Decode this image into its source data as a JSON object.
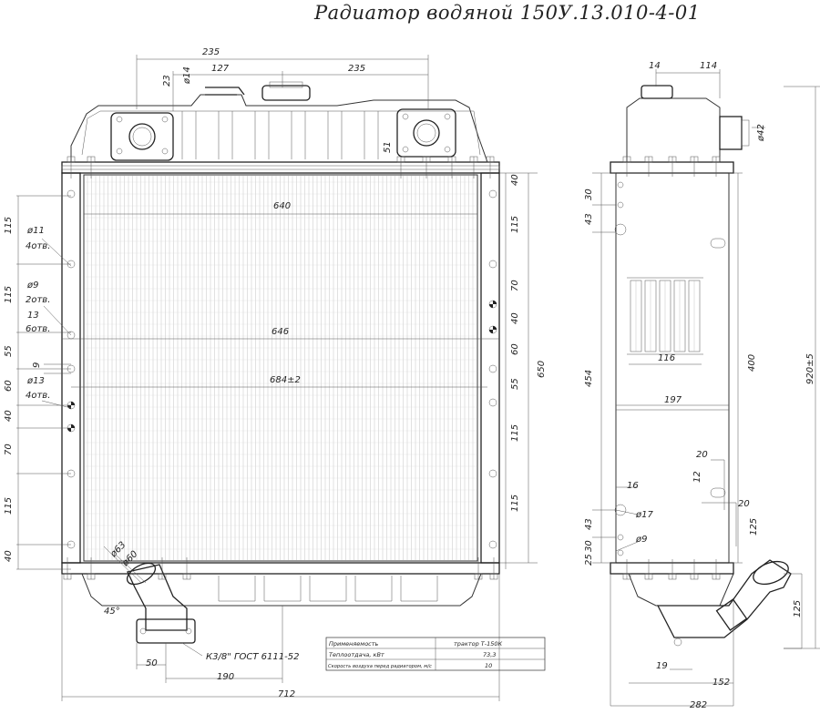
{
  "title": "Радиатор водяной 150У.13.010-4-01",
  "front_view": {
    "top_dims": [
      "235",
      "127",
      "235",
      "23",
      "ø14",
      "51"
    ],
    "core_dims": [
      "640",
      "646",
      "684±2"
    ],
    "height_dim": "650",
    "left_dims": [
      "115",
      "115",
      "55",
      "60",
      "40",
      "70",
      "115",
      "40"
    ],
    "left_notes": [
      {
        "size": "ø11",
        "count": "4отв."
      },
      {
        "size": "ø9",
        "count": "2отв."
      },
      {
        "size": "13",
        "count": "6отв."
      },
      {
        "size": "9",
        "count": ""
      },
      {
        "size": "ø13",
        "count": "4отв."
      }
    ],
    "right_dims": [
      "40",
      "115",
      "70",
      "40",
      "60",
      "55",
      "115",
      "115"
    ],
    "bottom_dims": [
      "ø63",
      "ø60",
      "45°",
      "50",
      "190",
      "712"
    ],
    "thread_note": "К3/8\" ГОСТ 6111-52"
  },
  "side_view": {
    "top_dims": [
      "14",
      "114",
      "ø42"
    ],
    "left_dims": [
      "30",
      "43",
      "454",
      "43",
      "30",
      "25"
    ],
    "right_dims": [
      "400",
      "920±5",
      "125",
      "125"
    ],
    "inner_dims": [
      "116",
      "197",
      "20",
      "12",
      "20",
      "16",
      "ø17",
      "ø9"
    ],
    "bottom_dims": [
      "19",
      "152",
      "282"
    ]
  },
  "spec_table": {
    "rows": [
      {
        "label": "Применяемость",
        "value": "трактор Т-150К"
      },
      {
        "label": "Теплоотдача, кВт",
        "value": "73,3"
      },
      {
        "label": "Скорость воздуха перед радиатором, м/с",
        "value": "10"
      }
    ]
  }
}
